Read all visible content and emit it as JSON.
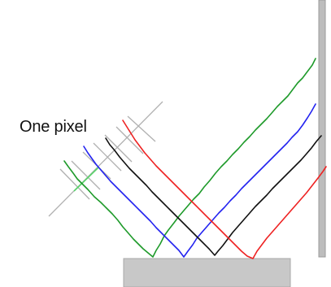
{
  "label": "One pixel",
  "colors": {
    "green": "#1e9a2a",
    "blue": "#2323f0",
    "black": "#111111",
    "red": "#ee2222",
    "surface": "#c8c8c8",
    "detector": "#bdbdbd",
    "pixel_gridlines": "#b0b0b0",
    "pixel_segment": "#59d36a"
  },
  "rays": [
    {
      "name": "green-ray",
      "color_key": "green"
    },
    {
      "name": "blue-ray",
      "color_key": "blue"
    },
    {
      "name": "black-ray",
      "color_key": "black"
    },
    {
      "name": "red-ray",
      "color_key": "red"
    }
  ]
}
